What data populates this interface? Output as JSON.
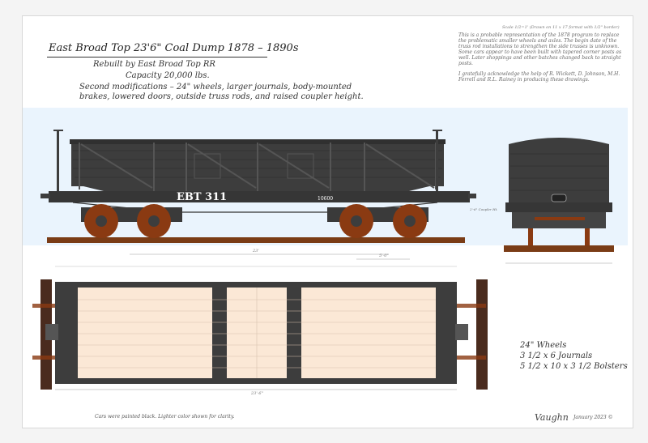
{
  "header": {
    "title": "East Broad Top 23'6\" Coal Dump 1878 – 1890s",
    "rebuilt": "Rebuilt by East Broad Top RR",
    "capacity": "Capacity 20,000 lbs.",
    "mods_line1": "Second modifications – 24\" wheels, larger journals, body-mounted",
    "mods_line2": "brakes, lowered doors, outside truss rods, and raised coupler height."
  },
  "scale_note": "Scale 1/2=1' (Drawn on 11 x 17 format with 1/2\" border)",
  "history_note": "This is a probable representation of the 1878 program to replace the problematic smaller wheels and axles. The begin date of the truss rod installations to strengthen the side trusses is unknown. Some cars appear to have been built with tapered corner posts as well. Later shoppings and other batches changed back to straight posts.",
  "ack_note": "I gratefully acknowledge the help of R. Wickett, D. Johnson, M.H. Ferrell and R.L. Rainey in producing these drawings.",
  "car": {
    "reporting_mark": "EBT 311",
    "capacity_stencil": "10600",
    "coupler_note": "2'-6\" Coupler Ht.",
    "dim_length": "23'",
    "dim_truck": "5'-0\"",
    "dim_plan": "23'-6\""
  },
  "specs": [
    "24\" Wheels",
    "3 1/2 x 6 Journals",
    "5 1/2 x 10 x 3 1/2 Bolsters"
  ],
  "footer": {
    "caption": "Cars were painted black. Lighter color shown for clarity.",
    "signature": "Vaughn",
    "date": "January 2023 ©"
  },
  "colors": {
    "body": "#3d3d3d",
    "wheel": "#8a3a12",
    "rail": "#7a3c16",
    "floor": "#fbe8d6",
    "sky": "#eaf4fd"
  }
}
